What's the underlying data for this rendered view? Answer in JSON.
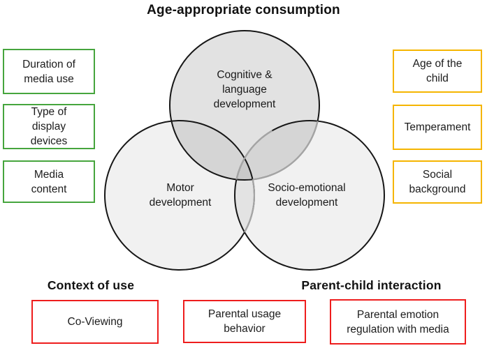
{
  "sections": {
    "top": {
      "title": "Age-appropriate consumption"
    },
    "bottom_left": {
      "title": "Context of use"
    },
    "bottom_right": {
      "title": "Parent-child interaction"
    }
  },
  "venn": {
    "circles": [
      {
        "label": "Cognitive &\nlanguage\ndevelopment"
      },
      {
        "label": "Motor\ndevelopment"
      },
      {
        "label": "Socio-emotional\ndevelopment"
      }
    ]
  },
  "left_factors": [
    "Duration of\nmedia use",
    "Type of\ndisplay\ndevices",
    "Media\ncontent"
  ],
  "right_factors": [
    "Age of the\nchild",
    "Temperament",
    "Social\nbackground"
  ],
  "bottom_factors": [
    "Co-Viewing",
    "Parental usage\nbehavior",
    "Parental emotion\nregulation with media"
  ],
  "colors": {
    "left_border": "#46a53d",
    "right_border": "#f5b500",
    "bottom_border": "#ee1d1d",
    "circle_stroke": "#161616",
    "muted_arc": "#a5a5a5"
  }
}
